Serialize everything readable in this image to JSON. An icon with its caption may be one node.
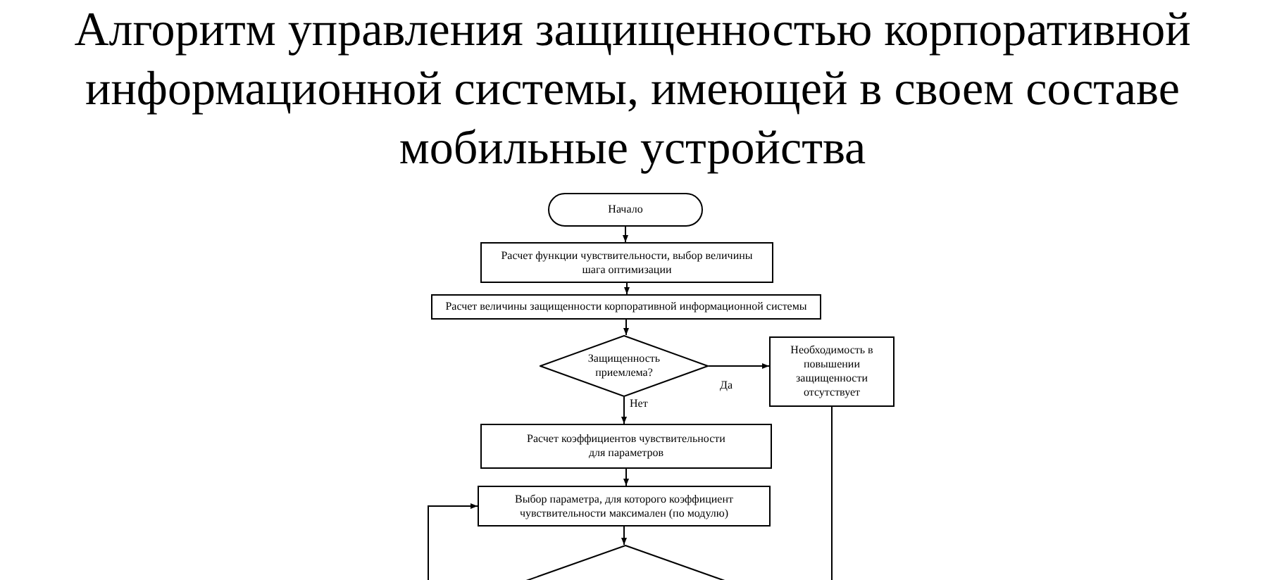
{
  "diagram": {
    "title": "Алгоритм управления защищенностью корпоративной информационной системы, имеющей в своем составе мобильные устройства",
    "nodes": [
      {
        "text": [
          "Начало"
        ]
      },
      {
        "text": [
          "Расчет функции чувствительности, выбор величины шага оптимизации"
        ]
      },
      {
        "text": [
          "Расчет величины защищенности корпоративной информационной системы"
        ]
      },
      {
        "text": [
          "Защищенность приемлема?"
        ]
      },
      {
        "text": [
          "Необходимость в повышении защищенности отсутствует"
        ]
      },
      {
        "text": [
          "Расчет коэффициентов чувствительности для параметров"
        ]
      },
      {
        "text": [
          "Выбор параметра, для которого коэффициент чувствительности максимален (по модулю)"
        ]
      },
      {
        "text": [],
        "shape": "diamond"
      }
    ],
    "edges": [
      {
        "from": 0,
        "to": 1,
        "arrow": "to"
      },
      {
        "from": 1,
        "to": 2,
        "arrow": "to"
      },
      {
        "from": 2,
        "to": 3,
        "arrow": "to"
      },
      {
        "from": 3,
        "to": 4,
        "arrow": "to",
        "label": "Да"
      },
      {
        "from": 3,
        "to": 5,
        "arrow": "to",
        "label": "Нет"
      },
      {
        "from": 5,
        "to": 6,
        "arrow": "to"
      },
      {
        "from": 6,
        "to": 7,
        "arrow": "to"
      },
      {
        "from": null,
        "to": 6,
        "arrow": "to"
      },
      {
        "from": 4,
        "to": null,
        "arrow": "none"
      }
    ]
  }
}
